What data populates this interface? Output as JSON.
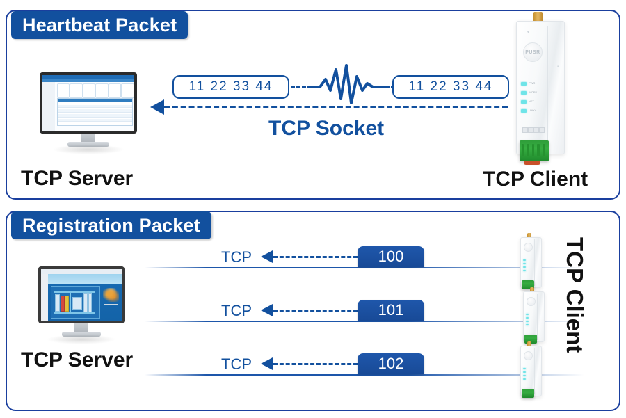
{
  "page": {
    "background": "#ffffff",
    "accent_blue": "#12509e",
    "chip_blue": "#1f57ab",
    "led_cyan": "#6fe4e8",
    "terminal_green": "#2f9e3a",
    "antenna_gold": "#c7912f"
  },
  "heartbeat": {
    "badge": "Heartbeat Packet",
    "server_label": "TCP Server",
    "client_label": "TCP Client",
    "link_label": "TCP Socket",
    "packet_left": "11  22  33  44",
    "packet_right": "11  22  33  44",
    "waveform_icon": "heartbeat-waveform-icon",
    "flow_direction": "client-to-server"
  },
  "registration": {
    "badge": "Registration Packet",
    "server_label": "TCP Server",
    "client_label": "TCP Client",
    "rows": [
      {
        "protocol": "TCP",
        "packet_id": "100"
      },
      {
        "protocol": "TCP",
        "packet_id": "101"
      },
      {
        "protocol": "TCP",
        "packet_id": "102"
      }
    ]
  },
  "device": {
    "brand": "PUSR",
    "leds": [
      {
        "name": "PWR"
      },
      {
        "name": "WORK"
      },
      {
        "name": "NET"
      },
      {
        "name": "LINKA"
      }
    ]
  },
  "server_screen_1": {
    "title": "dashboard-table-view"
  },
  "server_screen_2": {
    "title": "scada-hmi-view"
  }
}
